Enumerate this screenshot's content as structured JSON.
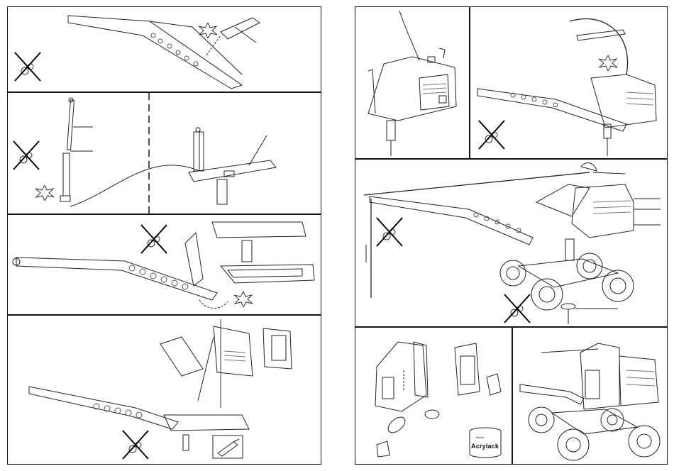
{
  "page": {
    "left_column_panels": 4,
    "right_column_panels": 5
  },
  "items": {
    "paint_can": {
      "brand_small": "Revell",
      "product": "Acrylack"
    }
  },
  "symbols": {
    "prohibited": "crossed-out-paint-symbol",
    "glue": "glue-tube-icon",
    "click": "starburst-click-icon"
  }
}
